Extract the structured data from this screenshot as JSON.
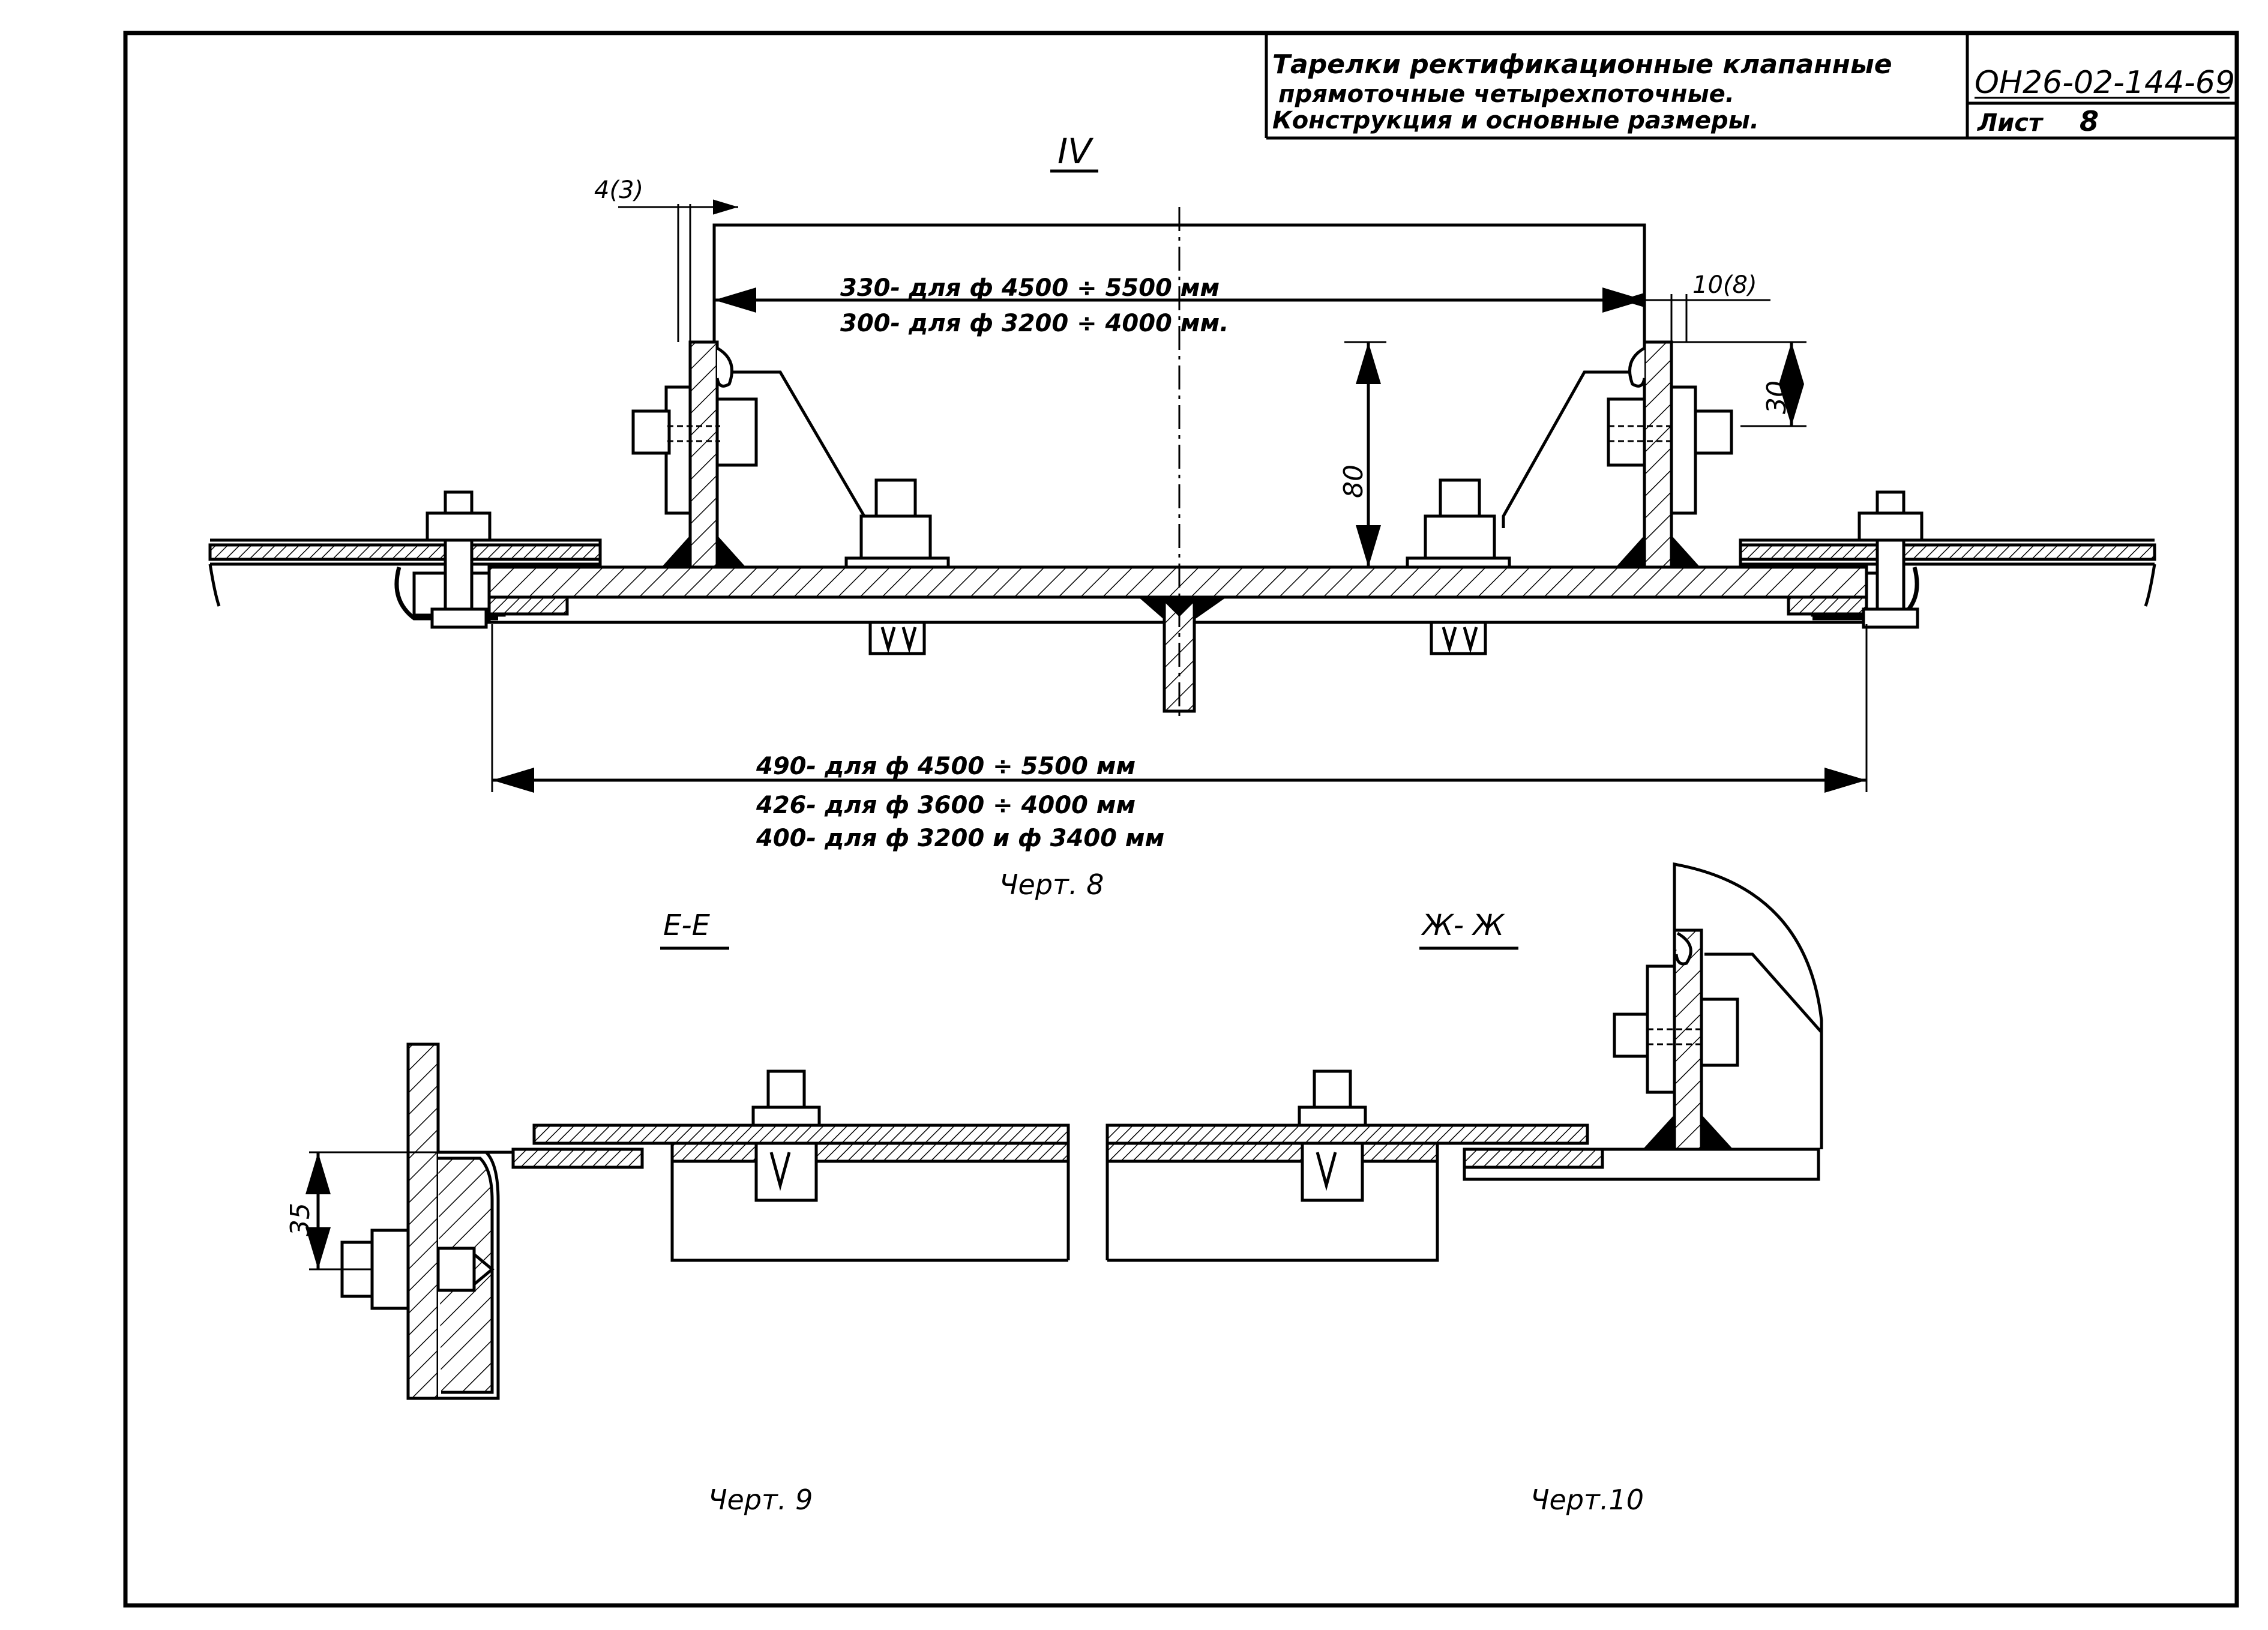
{
  "title_block": {
    "title_lines": [
      "Тарелки ректификационные клапанные",
      "прямоточные четырехпоточные.",
      "Конструкция и основные размеры."
    ],
    "doc_number": "ОН26-02-144-69",
    "sheet_label": "Лист",
    "sheet_number": "8"
  },
  "view_label": "IV",
  "drawing8": {
    "caption": "Черт. 8",
    "dim_gap_left": "4(3)",
    "dim_gap_right": "10(8)",
    "dim_width_330": "330- для ф 4500 ÷ 5500 мм",
    "dim_width_300": "300- для ф 3200 ÷ 4000 мм.",
    "dim_height_80": "80",
    "dim_height_30": "30",
    "dim_span_490": "490- для ф 4500 ÷ 5500 мм",
    "dim_span_426": "426- для ф 3600 ÷ 4000 мм",
    "dim_span_400": "400- для ф 3200 и ф 3400 мм"
  },
  "drawing9": {
    "section_label": "Е-Е",
    "dim_35": "35",
    "caption": "Черт. 9"
  },
  "drawing10": {
    "section_label": "Ж- Ж",
    "caption": "Черт.10"
  }
}
